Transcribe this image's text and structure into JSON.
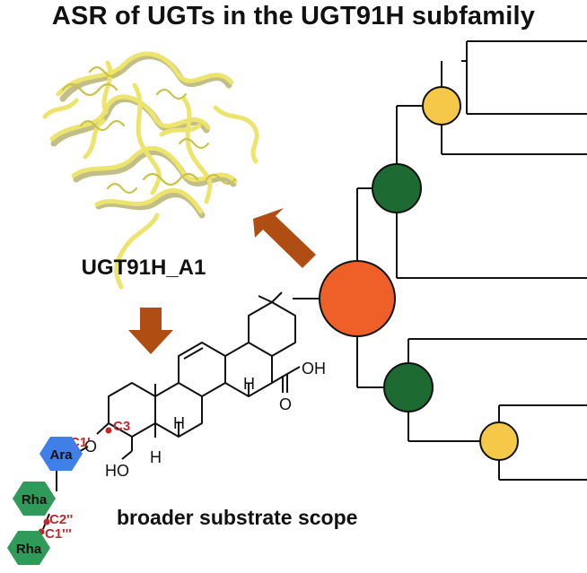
{
  "title": "ASR of UGTs in the UGT91H subfamily",
  "protein": {
    "label": "UGT91H_A1"
  },
  "scope_label": "broader substrate scope",
  "molecule": {
    "acid_label": "OH",
    "acid_carbonyl": "O",
    "hydroxymethyl_label": "HO",
    "h_labels": [
      "H",
      "H",
      "H"
    ],
    "position_labels": {
      "c3": "C3",
      "c1p": "C1'",
      "c2pp": "C2''",
      "c1ppp": "C1'''"
    },
    "linker_oxygen": "O",
    "sugars": [
      "Ara",
      "Rha",
      "Rha"
    ]
  },
  "colors": {
    "root_node": "#ee6028",
    "internal_node": "#1e6a33",
    "leaf_node": "#f6c84a",
    "arrow": "#b04d12",
    "ara": "#3f7fe8",
    "rha": "#2f9a5a",
    "linkage": "#c0282a",
    "protein": "#e8df6a"
  }
}
